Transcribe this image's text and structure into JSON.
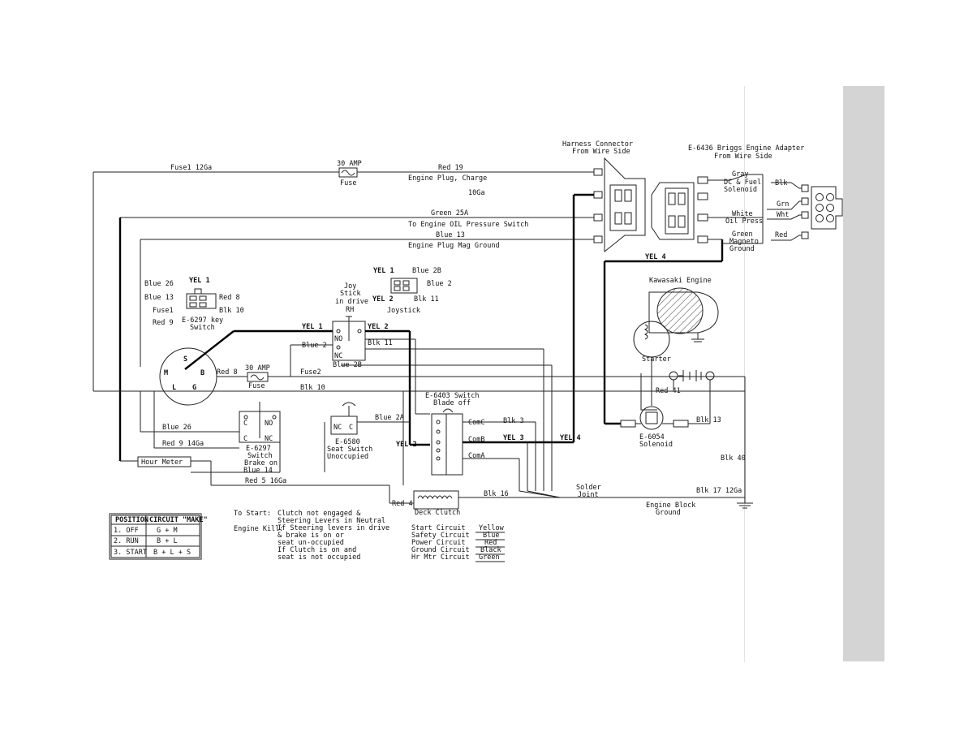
{
  "wires": {
    "fuse1": "Fuse1  12Ga",
    "red19": "Red 19",
    "plug_charge": "Engine Plug, Charge",
    "ga10": "10Ga",
    "green25a": "Green 25A",
    "oil_sw": "To Engine OIL Pressure Switch",
    "blue13_top": "Blue 13",
    "mag_gnd": "Engine Plug Mag Ground",
    "yel4": "YEL 4",
    "yel1": "YEL 1",
    "yel2": "YEL 2",
    "blue2": "Blue 2",
    "blk11": "Blk 11",
    "blue2b": "Blue 2B",
    "red8": "Red 8",
    "fuse2": "Fuse2",
    "blk10": "Blk 10",
    "blue26": "Blue 26",
    "red9": "Red 9 14Ga",
    "blue2a": "Blue 2A",
    "red5": "Red 5 16Ga",
    "yel3": "YEL 3",
    "yel4b": "YEL 4",
    "blk3": "Blk 3",
    "blk16": "Blk 16",
    "red4": "Red 4",
    "blk40": "Blk 40",
    "blk17": "Blk 17 12Ga",
    "blk13": "Blk 13",
    "red41": "Red 41",
    "blue14": "Blue 14"
  },
  "components": {
    "fuse30_top": [
      "30 AMP",
      "Fuse"
    ],
    "fuse30_mid": [
      "30 AMP",
      "Fuse"
    ],
    "harness": [
      "Harness Connector",
      "From Wire Side"
    ],
    "adapter": [
      "E-6436 Briggs Engine Adapter",
      "From Wire Side"
    ],
    "adapter_wires": {
      "gray": "Gray",
      "dc_fuel": [
        "DC & Fuel",
        "Solenoid"
      ],
      "white": "White",
      "oil_press": "Oil Press",
      "green": "Green",
      "magneto": [
        "Magneto",
        "Ground"
      ],
      "blk": "Blk",
      "grn": "Grn",
      "wht": "Wht",
      "red": "Red"
    },
    "kawasaki": "Kawasaki Engine",
    "starter": "Starter",
    "solenoid": [
      "E-6054",
      "Solenoid"
    ],
    "key_switch": {
      "labels": [
        "Blue 26",
        "YEL 1",
        "Blue 13",
        "Red 8",
        "Fuse1",
        "Blk 10",
        "Red 9"
      ],
      "caption": [
        "E-6297 key",
        "Switch"
      ],
      "terminals": [
        "S",
        "M",
        "B",
        "L",
        "G"
      ]
    },
    "joystick_rh": [
      "Joy",
      "Stick",
      "in drive",
      "RH"
    ],
    "joystick": {
      "caption": "Joystick",
      "yel1": "YEL 1",
      "blue2b": "Blue 2B",
      "blue2": "Blue 2",
      "yel2": "YEL 2",
      "blk11": "Blk 11"
    },
    "nonc": [
      "NO",
      "NC"
    ],
    "brake_switch": [
      "E-6297",
      "Switch",
      "Brake on"
    ],
    "seat_switch": [
      "E-6580",
      "Seat Switch",
      "Unoccupied"
    ],
    "blade_switch": [
      "E-6403 Switch",
      "Blade off"
    ],
    "coms": [
      "ComC",
      "ComB",
      "ComA"
    ],
    "hour_meter": "Hour Meter",
    "deck_clutch": "Deck Clutch",
    "solder_joint": [
      "Solder",
      "Joint"
    ],
    "engine_ground": [
      "Engine Block",
      "Ground"
    ]
  },
  "position_table": {
    "headers": [
      "POSITION",
      "CIRCUIT \"MAKE\""
    ],
    "rows": [
      [
        "1. OFF",
        "G + M"
      ],
      [
        "2. RUN",
        "B + L"
      ],
      [
        "3. START",
        "B + L + S"
      ]
    ]
  },
  "notes": {
    "start_label": "To Start:",
    "start_lines": [
      "Clutch not engaged &",
      "Steering Levers in Neutral"
    ],
    "kill_label": "Engine Kill:",
    "kill_lines": [
      "If Steering levers in drive",
      "& brake is on or",
      "seat un-occupied",
      "If Clutch is on and",
      "seat is not occupied"
    ]
  },
  "circuit_legend": [
    {
      "name": "Start  Circuit",
      "color": "Yellow"
    },
    {
      "name": "Safety Circuit",
      "color": "Blue"
    },
    {
      "name": "Power  Circuit",
      "color": "Red"
    },
    {
      "name": "Ground Circuit",
      "color": "Black"
    },
    {
      "name": "Hr Mtr Circuit",
      "color": "Green"
    }
  ]
}
